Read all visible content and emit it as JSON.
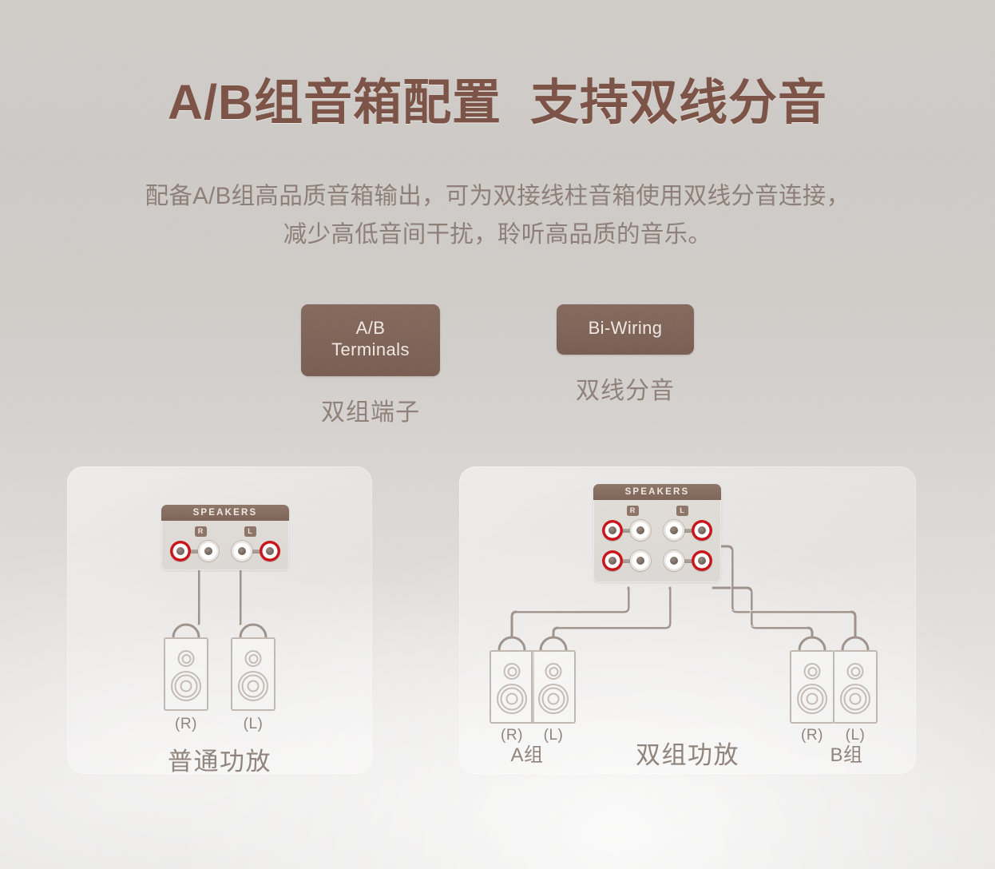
{
  "heading": {
    "title": "A/B组音箱配置  支持双线分音",
    "color": "#7a5246"
  },
  "subtitle": {
    "line1": "配备A/B组高品质音箱输出，可为双接线柱音箱使用双线分音连接，",
    "line2": "减少高低音间干扰，聆听高品质的音乐。",
    "color": "#8b7d76"
  },
  "badges": [
    {
      "badge_line1": "A/B",
      "badge_line2": "Terminals",
      "caption": "双组端子",
      "color": "#7b6356"
    },
    {
      "badge_line1": "Bi-Wiring",
      "badge_line2": "",
      "caption": "双线分音",
      "color": "#7b6356"
    }
  ],
  "diagrams": {
    "left": {
      "caption": "普通功放",
      "terminal": {
        "header": "SPEAKERS",
        "rows": [
          {
            "channels": [
              {
                "label": "R",
                "posts": [
                  "red",
                  "white"
                ]
              },
              {
                "label": "L",
                "posts": [
                  "white",
                  "red"
                ]
              }
            ]
          }
        ]
      },
      "speakers": [
        {
          "label": "(R)"
        },
        {
          "label": "(L)"
        }
      ]
    },
    "right": {
      "caption": "双组功放",
      "group_a_caption": "A组",
      "group_b_caption": "B组",
      "terminal": {
        "header": "SPEAKERS",
        "rows": [
          {
            "channels": [
              {
                "label": "R",
                "posts": [
                  "red",
                  "white"
                ]
              },
              {
                "label": "L",
                "posts": [
                  "white",
                  "red"
                ]
              }
            ]
          },
          {
            "channels": [
              {
                "label": "R",
                "posts": [
                  "red",
                  "white"
                ]
              },
              {
                "label": "L",
                "posts": [
                  "white",
                  "red"
                ]
              }
            ]
          }
        ]
      },
      "speakers_a": [
        {
          "label": "(R)"
        },
        {
          "label": "(L)"
        }
      ],
      "speakers_b": [
        {
          "label": "(R)"
        },
        {
          "label": "(L)"
        }
      ]
    }
  },
  "colors": {
    "background_top": "#cdc9c5",
    "background_bottom": "#e7e6e5",
    "accent_brown": "#7b6356",
    "terminal_red": "#c8161d",
    "wire": "#9a8e86",
    "muted_text": "#8e817a"
  }
}
